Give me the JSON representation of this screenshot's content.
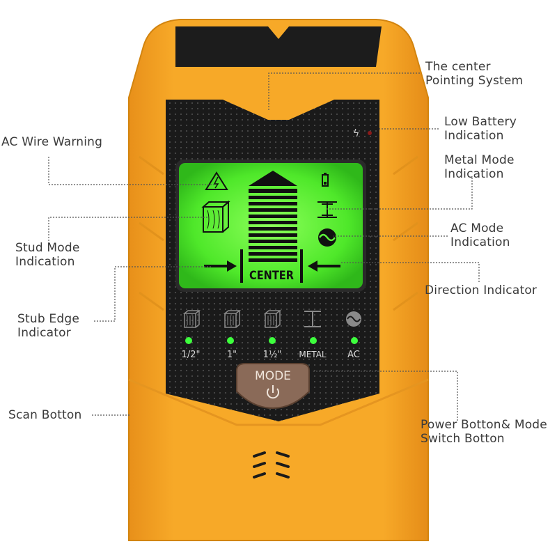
{
  "colors": {
    "body": "#f5a623",
    "body_dark": "#d98a0f",
    "panel": "#1b1b1b",
    "lcd": "#5df23a",
    "led": "#3dff3d",
    "mode_button": "#8a6a58"
  },
  "callouts": {
    "center_pointing": "The center\nPointing System",
    "low_battery": "Low Battery\nIndication",
    "ac_wire_warning": "AC Wire Warning",
    "metal_mode": "Metal Mode\nIndication",
    "stud_mode": "Stud Mode\nIndication",
    "ac_mode": "AC Mode\nIndication",
    "direction": "Direction Indicator",
    "stub_edge": "Stub Edge\nIndicator",
    "scan_button": "Scan Botton",
    "power_button": "Power Botton& Mode\nSwitch Botton"
  },
  "lcd": {
    "center_label": "CENTER"
  },
  "indicators": [
    {
      "label": "1/2\"",
      "icon": "stud-icon"
    },
    {
      "label": "1\"",
      "icon": "stud-icon"
    },
    {
      "label": "1½\"",
      "icon": "stud-icon"
    },
    {
      "label": "METAL",
      "icon": "i-beam-icon"
    },
    {
      "label": "AC",
      "icon": "ac-wave-icon"
    }
  ],
  "mode_button": {
    "label": "MODE",
    "icon": "power-icon"
  }
}
